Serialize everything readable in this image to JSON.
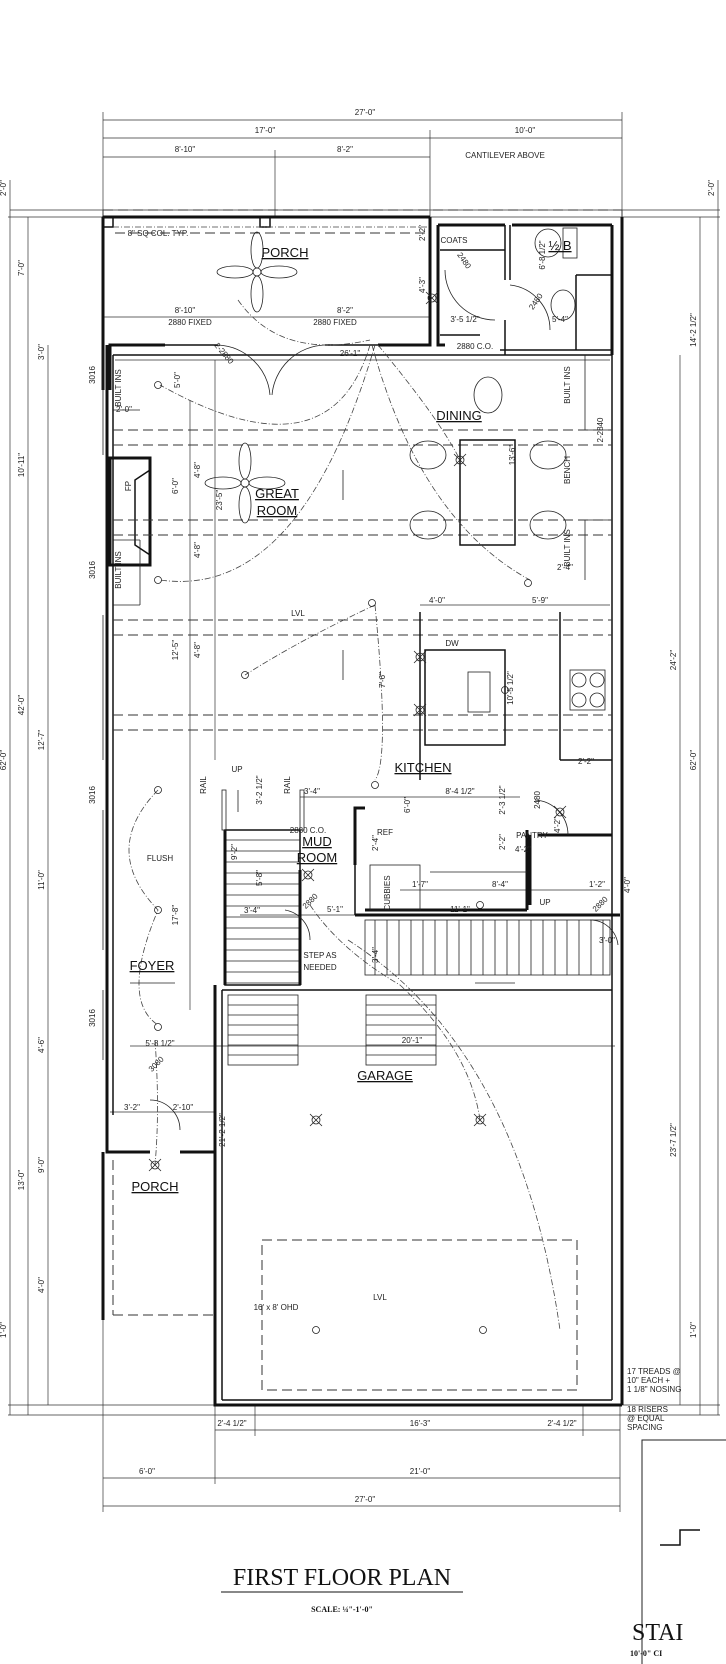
{
  "title": "FIRST FLOOR PLAN",
  "scale": "SCALE: ¼\"-1'-0\"",
  "rooms": {
    "porch_front": "PORCH",
    "great_room_1": "GREAT",
    "great_room_2": "ROOM",
    "dining": "DINING",
    "kitchen": "KITCHEN",
    "mud_1": "MUD",
    "mud_2": "ROOM",
    "foyer": "FOYER",
    "garage": "GARAGE",
    "porch_rear": "PORCH",
    "coats": "COATS",
    "half_bath": "½ B"
  },
  "notes": [
    "CANTILEVER ABOVE",
    "8\" SQ COL. TYP.",
    "LVL",
    "LVL",
    "FLUSH",
    "STEP AS",
    "NEEDED",
    "RAIL",
    "RAIL",
    "UP",
    "UP",
    "BUILT INS",
    "BUILT INS",
    "BUILT INS",
    "BUILT INS",
    "BENCH",
    "FP",
    "REF",
    "DW",
    "PANTRY",
    "CUBBIES"
  ],
  "openings": [
    "2880 FIXED",
    "2880 FIXED",
    "2-2880",
    "2880 C.O.",
    "2480",
    "2480",
    "3016",
    "3016",
    "3016",
    "3016",
    "2-2840",
    "2880 C.O.",
    "2480",
    "2880",
    "2880",
    "3080",
    "16' x 8' OHD"
  ],
  "dimensions": [
    "27'-0\"",
    "17'-0\"",
    "10'-0\"",
    "8'-10\"",
    "8'-2\"",
    "2'-0\"",
    "7'-0\"",
    "3'-0\"",
    "10'-11\"",
    "42'-0\"",
    "62'-0\"",
    "12'-7\"",
    "11'-0\"",
    "4'-6\"",
    "9'-0\"",
    "13'-0\"",
    "4'-0\"",
    "1'-0\"",
    "2'-0\"",
    "14'-2 1/2\"",
    "24'-2\"",
    "62'-0\"",
    "23'-7 1/2\"",
    "1'-0\"",
    "8'-10\"",
    "8'-2\"",
    "26'-1\"",
    "4'-3\"",
    "3'-5 1/2\"",
    "6'-8 1/2\"",
    "5'-4\"",
    "2'-2\"",
    "2'-0\"",
    "5'-0\"",
    "6'-0\"",
    "4'-8\"",
    "4'-8\"",
    "4'-8\"",
    "23'-5\"",
    "12'-5\"",
    "13'-6\"",
    "4'-0\"",
    "5'-9\"",
    "7'-6\"",
    "10'-5 1/2\"",
    "2'-4\"",
    "8'-4 1/2\"",
    "3'-4\"",
    "3'-2 1/2\"",
    "9'-2\"",
    "5'-8\"",
    "3'-4\"",
    "6'-0\"",
    "2'-3 1/2\"",
    "2'-2\"",
    "2'-4\"",
    "4'-2\"",
    "4'-2\"",
    "2'-2\"",
    "1'-7\"",
    "8'-4\"",
    "1'-2\"",
    "11'-1\"",
    "5'-1\"",
    "3'-4\"",
    "17'-8\"",
    "4'-0\"",
    "3'-0\"",
    "20'-1\"",
    "5'-8 1/2\"",
    "3'-2\"",
    "2'-10\"",
    "21'-2 1/2\"",
    "2'-4 1/2\"",
    "16'-3\"",
    "2'-4 1/2\"",
    "6'-0\"",
    "21'-0\"",
    "27'-0\""
  ],
  "stair_detail": {
    "treads": [
      "17 TREADS @",
      "10\" EACH +",
      "1 1/8\" NOSING"
    ],
    "risers": [
      "18 RISERS",
      "@ EQUAL",
      "SPACING"
    ],
    "title": "STAI",
    "subtitle": "10'-0\" CI"
  },
  "colors": {
    "ink": "#111111",
    "background": "#ffffff"
  }
}
